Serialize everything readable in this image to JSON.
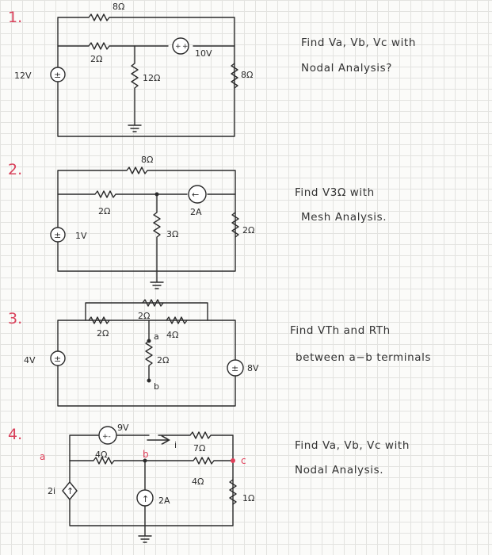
{
  "problems": [
    {
      "number": "1.",
      "instruction": [
        "Find Va, Vb, Vc with",
        "Nodal Analysis?"
      ],
      "labels": {
        "r_top": "8Ω",
        "r_left": "2Ω",
        "r_mid": "12Ω",
        "r_right": "8Ω",
        "v_src": "12V",
        "v_ser": "10V",
        "plus": "+",
        "pm": "±"
      }
    },
    {
      "number": "2.",
      "instruction": [
        "Find V3Ω with",
        "Mesh Analysis."
      ],
      "labels": {
        "r_top": "8Ω",
        "r_left": "2Ω",
        "r_mid": "3Ω",
        "r_right": "2Ω",
        "i_src": "2A",
        "v_src": "1V",
        "pm": "±",
        "arrow": "←"
      }
    },
    {
      "number": "3.",
      "instruction": [
        "Find VTh and RTh",
        "between  a−b  terminals"
      ],
      "labels": {
        "r_top": "2Ω",
        "r_left": "2Ω",
        "r_a": "4Ω",
        "r_mid": "2Ω",
        "v_left": "4V",
        "v_right": "8V",
        "node_a": "a",
        "node_b": "b",
        "pm": "±"
      }
    },
    {
      "number": "4.",
      "instruction": [
        "Find Va, Vb, Vc with",
        "Nodal Analysis."
      ],
      "labels": {
        "v_src": "9V",
        "r_left": "4Ω",
        "r_top": "7Ω",
        "r_mid": "4Ω",
        "r_right": "1Ω",
        "i_src": "2A",
        "dep": "2i",
        "node_a": "a",
        "node_b": "b",
        "node_c": "c",
        "i_label": "i",
        "pm": "+-",
        "up": "↑"
      }
    }
  ]
}
